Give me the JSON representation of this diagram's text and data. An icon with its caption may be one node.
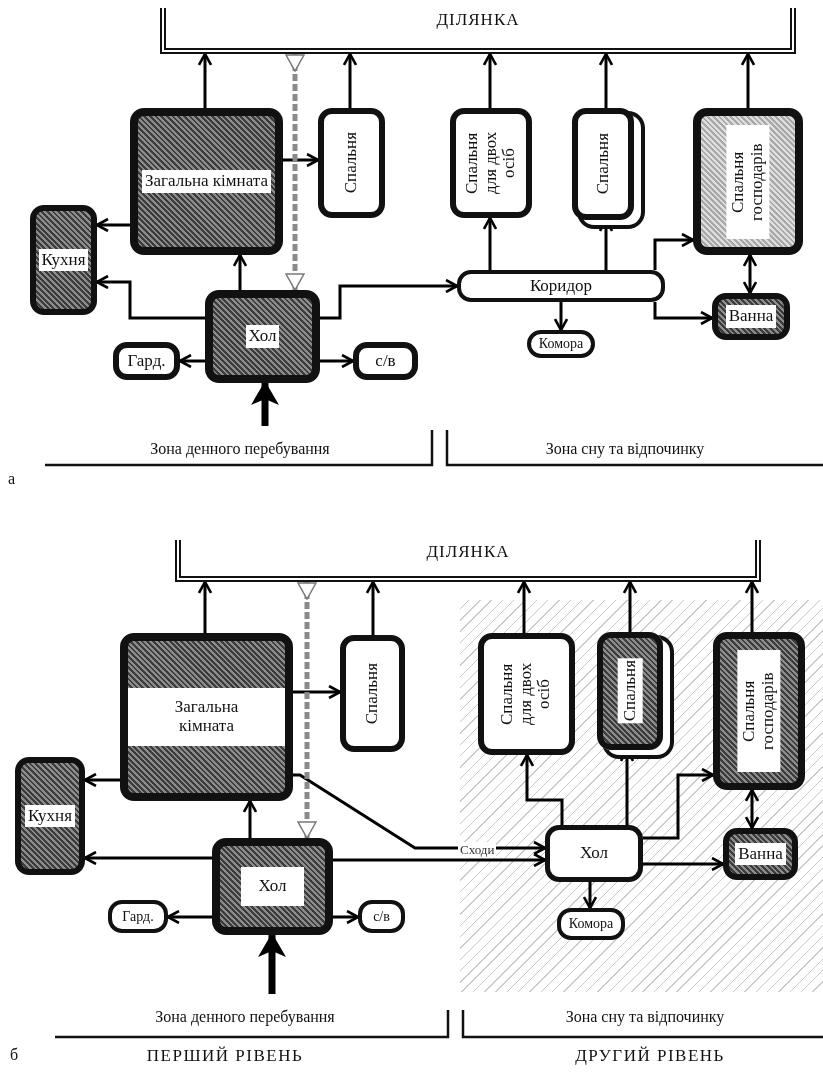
{
  "diagram": {
    "nodes": [
      {
        "text": [
          "ДІЛЯНКА"
        ]
      },
      {
        "text": [
          "Загальна кімната"
        ]
      },
      {
        "text": [
          "Спальня"
        ]
      },
      {
        "text": [
          "Спальня для двох осіб"
        ]
      },
      {
        "text": [
          "Спальня"
        ]
      },
      {
        "text": [
          "Спальня господарів"
        ]
      },
      {
        "text": [
          "Кухня"
        ]
      },
      {
        "text": [
          "Хол"
        ]
      },
      {
        "text": [
          "Коридор"
        ]
      },
      {
        "text": [
          "Гард."
        ]
      },
      {
        "text": [
          "с/в"
        ]
      },
      {
        "text": [
          "Комора"
        ]
      },
      {
        "text": [
          "Ванна"
        ]
      },
      {
        "text": [
          "ДІЛЯНКА"
        ]
      },
      {
        "text": [
          "Загальна кімната"
        ]
      },
      {
        "text": [
          "Спальня"
        ]
      },
      {
        "text": [
          "Спальня для двох осіб"
        ]
      },
      {
        "text": [
          "Спальня"
        ]
      },
      {
        "text": [
          "Спальня господарів"
        ]
      },
      {
        "text": [
          "Кухня"
        ]
      },
      {
        "text": [
          "Хол"
        ]
      },
      {
        "text": [
          "Хол"
        ]
      },
      {
        "text": [
          "Гард."
        ]
      },
      {
        "text": [
          "с/в"
        ]
      },
      {
        "text": [
          "Ванна"
        ]
      },
      {
        "text": [
          "Комора"
        ]
      }
    ],
    "edges": [
      {
        "from": 1,
        "to": 0,
        "arrow": "to"
      },
      {
        "from": 2,
        "to": 0,
        "arrow": "to"
      },
      {
        "from": 3,
        "to": 0,
        "arrow": "to"
      },
      {
        "from": 4,
        "to": 0,
        "arrow": "to"
      },
      {
        "from": 5,
        "to": 0,
        "arrow": "to"
      },
      {
        "from": 1,
        "to": 2,
        "arrow": "to"
      },
      {
        "from": 1,
        "to": 6,
        "arrow": "to"
      },
      {
        "from": 7,
        "to": 1,
        "arrow": "to"
      },
      {
        "from": 7,
        "to": 6,
        "arrow": "to"
      },
      {
        "from": 7,
        "to": 8,
        "arrow": "to"
      },
      {
        "from": 7,
        "to": 9,
        "arrow": "to"
      },
      {
        "from": 7,
        "to": 10,
        "arrow": "to"
      },
      {
        "from": 8,
        "to": 3,
        "arrow": "to"
      },
      {
        "from": 8,
        "to": 4,
        "arrow": "to"
      },
      {
        "from": 8,
        "to": 5,
        "arrow": "to"
      },
      {
        "from": 8,
        "to": 12,
        "arrow": "to"
      },
      {
        "from": 8,
        "to": 11,
        "arrow": "to"
      },
      {
        "from": 5,
        "to": 12,
        "arrow": "both"
      },
      {
        "from": null,
        "to": 7,
        "arrow": "to",
        "style": "thick"
      },
      {
        "from": 0,
        "to": 7,
        "arrow": "to",
        "style": "dashed",
        "color": "#8a8a8a"
      },
      {
        "from": 14,
        "to": 13,
        "arrow": "to"
      },
      {
        "from": 15,
        "to": 13,
        "arrow": "to"
      },
      {
        "from": 16,
        "to": 13,
        "arrow": "to"
      },
      {
        "from": 17,
        "to": 13,
        "arrow": "to"
      },
      {
        "from": 18,
        "to": 13,
        "arrow": "to"
      },
      {
        "from": 14,
        "to": 15,
        "arrow": "to"
      },
      {
        "from": 14,
        "to": 19,
        "arrow": "to"
      },
      {
        "from": 20,
        "to": 14,
        "arrow": "to"
      },
      {
        "from": 20,
        "to": 19,
        "arrow": "to"
      },
      {
        "from": 20,
        "to": 22,
        "arrow": "to"
      },
      {
        "from": 20,
        "to": 23,
        "arrow": "to"
      },
      {
        "from": 20,
        "to": 21,
        "arrow": "to",
        "label": "Сходи"
      },
      {
        "from": 14,
        "to": 21,
        "arrow": "to"
      },
      {
        "from": 21,
        "to": 16,
        "arrow": "to"
      },
      {
        "from": 21,
        "to": 17,
        "arrow": "to"
      },
      {
        "from": 21,
        "to": 18,
        "arrow": "to"
      },
      {
        "from": 21,
        "to": 24,
        "arrow": "to"
      },
      {
        "from": 21,
        "to": 25,
        "arrow": "to"
      },
      {
        "from": 18,
        "to": 24,
        "arrow": "both"
      },
      {
        "from": null,
        "to": 20,
        "arrow": "to",
        "style": "thick"
      },
      {
        "from": 13,
        "to": 20,
        "arrow": "to",
        "style": "dashed",
        "color": "#8a8a8a"
      }
    ],
    "labels": [
      "Зона денного перебування",
      "Зона сну та відпочинку",
      "а",
      "Зона денного перебування",
      "Зона сну та відпочинку",
      "б",
      "ПЕРШИЙ РІВЕНЬ",
      "ДРУГИЙ РІВЕНЬ"
    ]
  }
}
